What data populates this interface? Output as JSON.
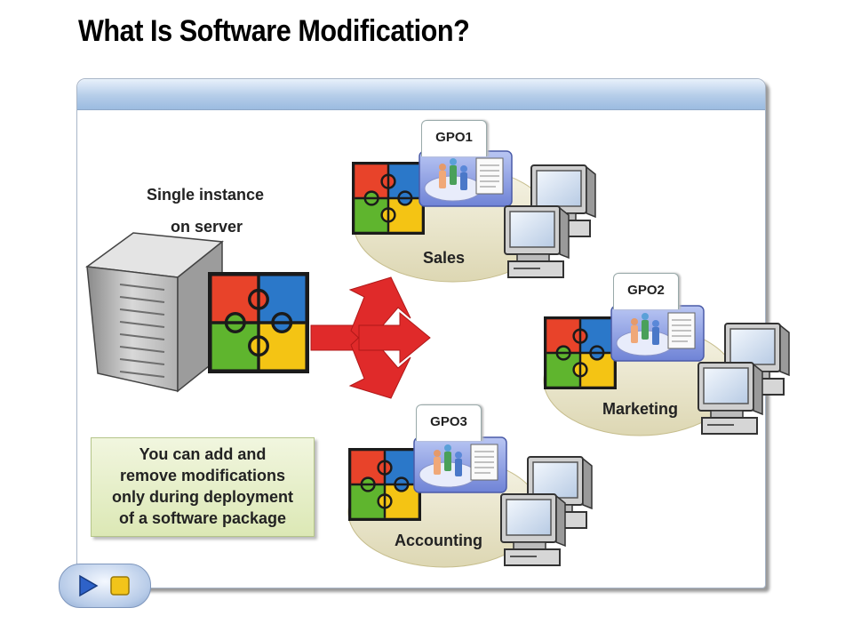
{
  "slide": {
    "title": "What Is Software Modification?"
  },
  "server": {
    "caption_line1": "Single instance",
    "caption_line2": "on server"
  },
  "groups": [
    {
      "gpo": "GPO1",
      "name": "Sales"
    },
    {
      "gpo": "GPO2",
      "name": "Marketing"
    },
    {
      "gpo": "GPO3",
      "name": "Accounting"
    }
  ],
  "note": {
    "line1": "You can add and",
    "line2": "remove modifications",
    "line3": "only during deployment",
    "line4": "of a software package"
  },
  "colors": {
    "puzzle_red": "#e8432a",
    "puzzle_green": "#5fb52e",
    "puzzle_blue": "#2b78c9",
    "puzzle_yellow": "#f4c414",
    "arrow_red": "#e02a2a",
    "note_bg": "#dce8b5"
  },
  "nav": {
    "icons": [
      "play-icon",
      "stop-icon"
    ]
  }
}
